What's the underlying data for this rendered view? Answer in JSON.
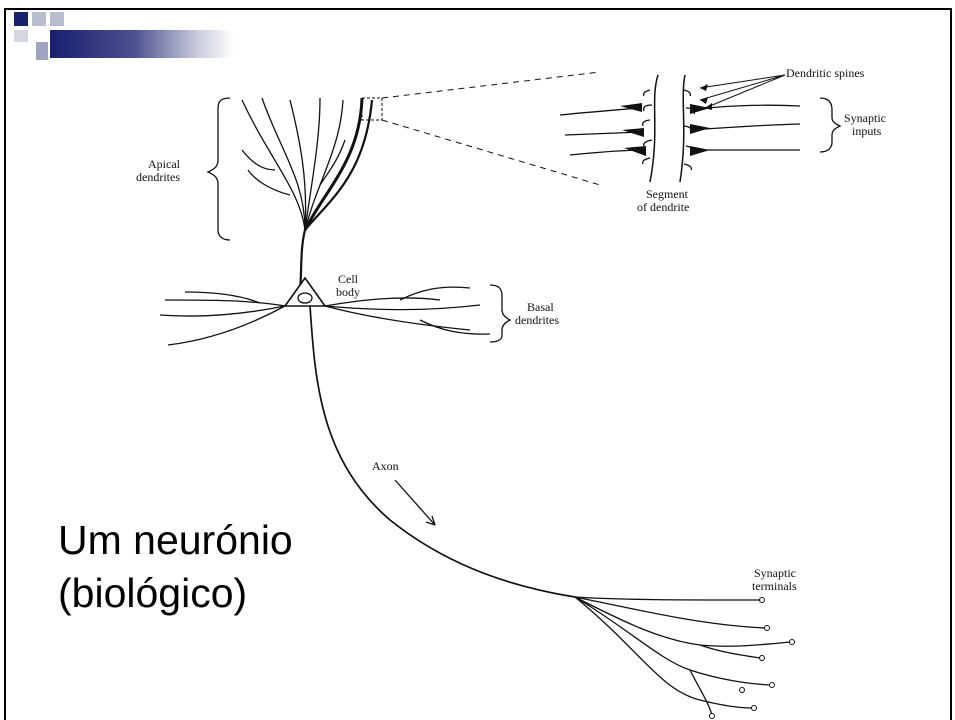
{
  "caption": {
    "line1": "Um neurónio",
    "line2": "(biológico)"
  },
  "diagram": {
    "labels": {
      "dendritic_spines": "Dendritic spines",
      "synaptic_inputs_1": "Synaptic",
      "synaptic_inputs_2": "inputs",
      "apical_1": "Apical",
      "apical_2": "dendrites",
      "segment_1": "Segment",
      "segment_2": "of dendrite",
      "cell_body_1": "Cell",
      "cell_body_2": "body",
      "basal_1": "Basal",
      "basal_2": "dendrites",
      "axon": "Axon",
      "terminals_1": "Synaptic",
      "terminals_2": "terminals"
    }
  },
  "theme": {
    "logo_dark": "#1a1f6e",
    "logo_light": "#b8bccf",
    "ink": "#111111"
  }
}
